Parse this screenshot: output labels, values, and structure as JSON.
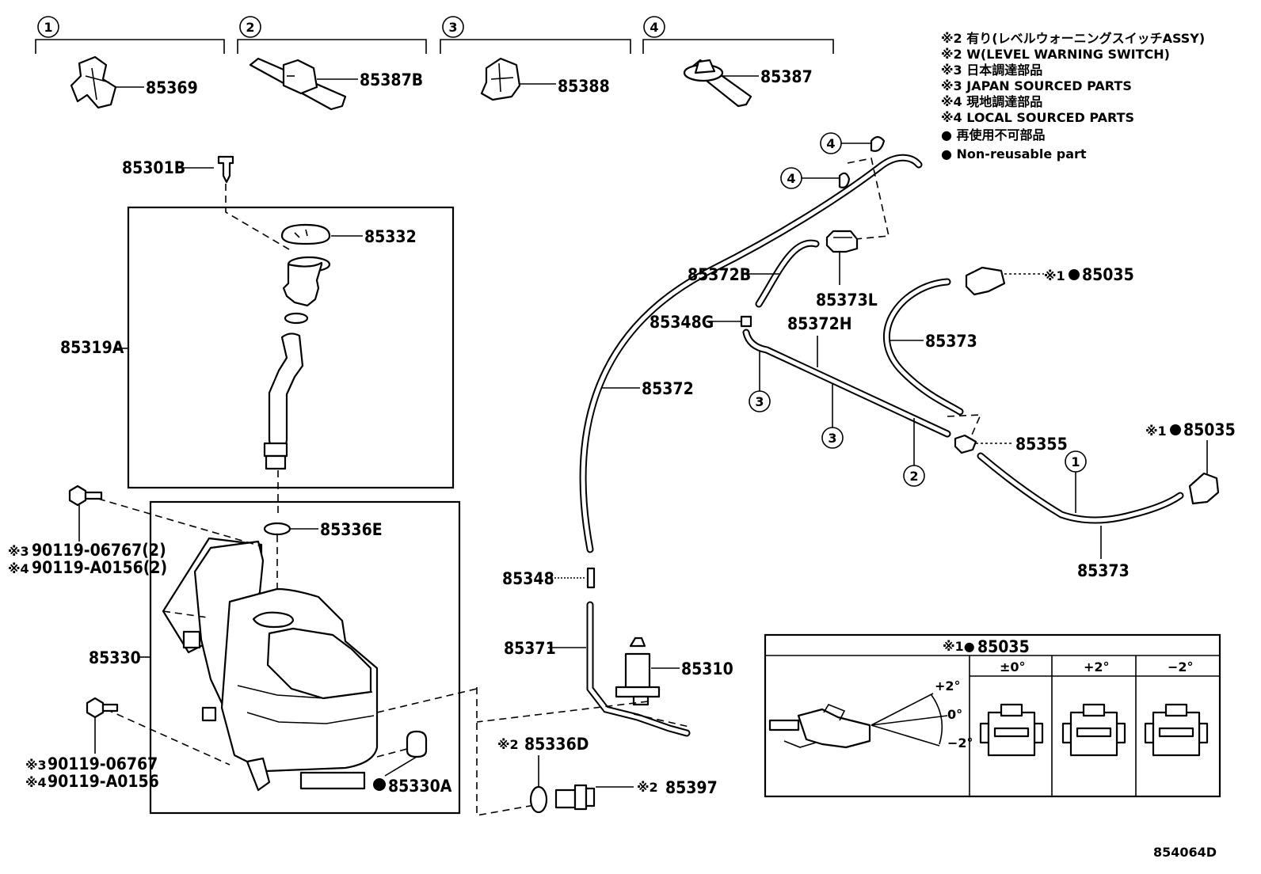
{
  "groups": [
    {
      "num": "1",
      "part": "85369"
    },
    {
      "num": "2",
      "part": "85387B"
    },
    {
      "num": "3",
      "part": "85388"
    },
    {
      "num": "4",
      "part": "85387"
    }
  ],
  "notes": [
    "※2 有り(レベルウォーニングスイッチASSY)",
    "※2 W(LEVEL WARNING SWITCH)",
    "※3 日本調達部品",
    "※3 JAPAN SOURCED PARTS",
    "※4 現地調達部品",
    "※4 LOCAL SOURCED PARTS",
    "● 再使用不可部品",
    "● Non-reusable part"
  ],
  "parts": {
    "p85301B": "85301B",
    "p85332": "85332",
    "p85319A": "85319A",
    "p85336E": "85336E",
    "p85330": "85330",
    "p85330A": "85330A",
    "bolt1a": "90119-06767(2)",
    "bolt1b": "90119-A0156(2)",
    "bolt2a": "90119-06767",
    "bolt2b": "90119-A0156",
    "mark3": "※3",
    "mark4": "※4",
    "mark2": "※2",
    "mark1": "※1",
    "p85336D": "85336D",
    "p85397": "85397",
    "p85348": "85348",
    "p85371": "85371",
    "p85310": "85310",
    "p85372": "85372",
    "p85372B": "85372B",
    "p85373L": "85373L",
    "p85348G": "85348G",
    "p85372H": "85372H",
    "p85373a": "85373",
    "p85373b": "85373",
    "p85355": "85355",
    "p85035a": "85035",
    "p85035b": "85035",
    "dot": "●"
  },
  "callouts": {
    "c4a": "4",
    "c4b": "4",
    "c3a": "3",
    "c3b": "3",
    "c2": "2",
    "c1": "1"
  },
  "inset": {
    "title_mark": "※1●",
    "title_part": "85035",
    "col1": "±0°",
    "col2": "+2°",
    "col3": "−2°",
    "ang_plus": "+2°",
    "ang_zero": "0°",
    "ang_minus": "−2°"
  },
  "figure_code": "854064D"
}
